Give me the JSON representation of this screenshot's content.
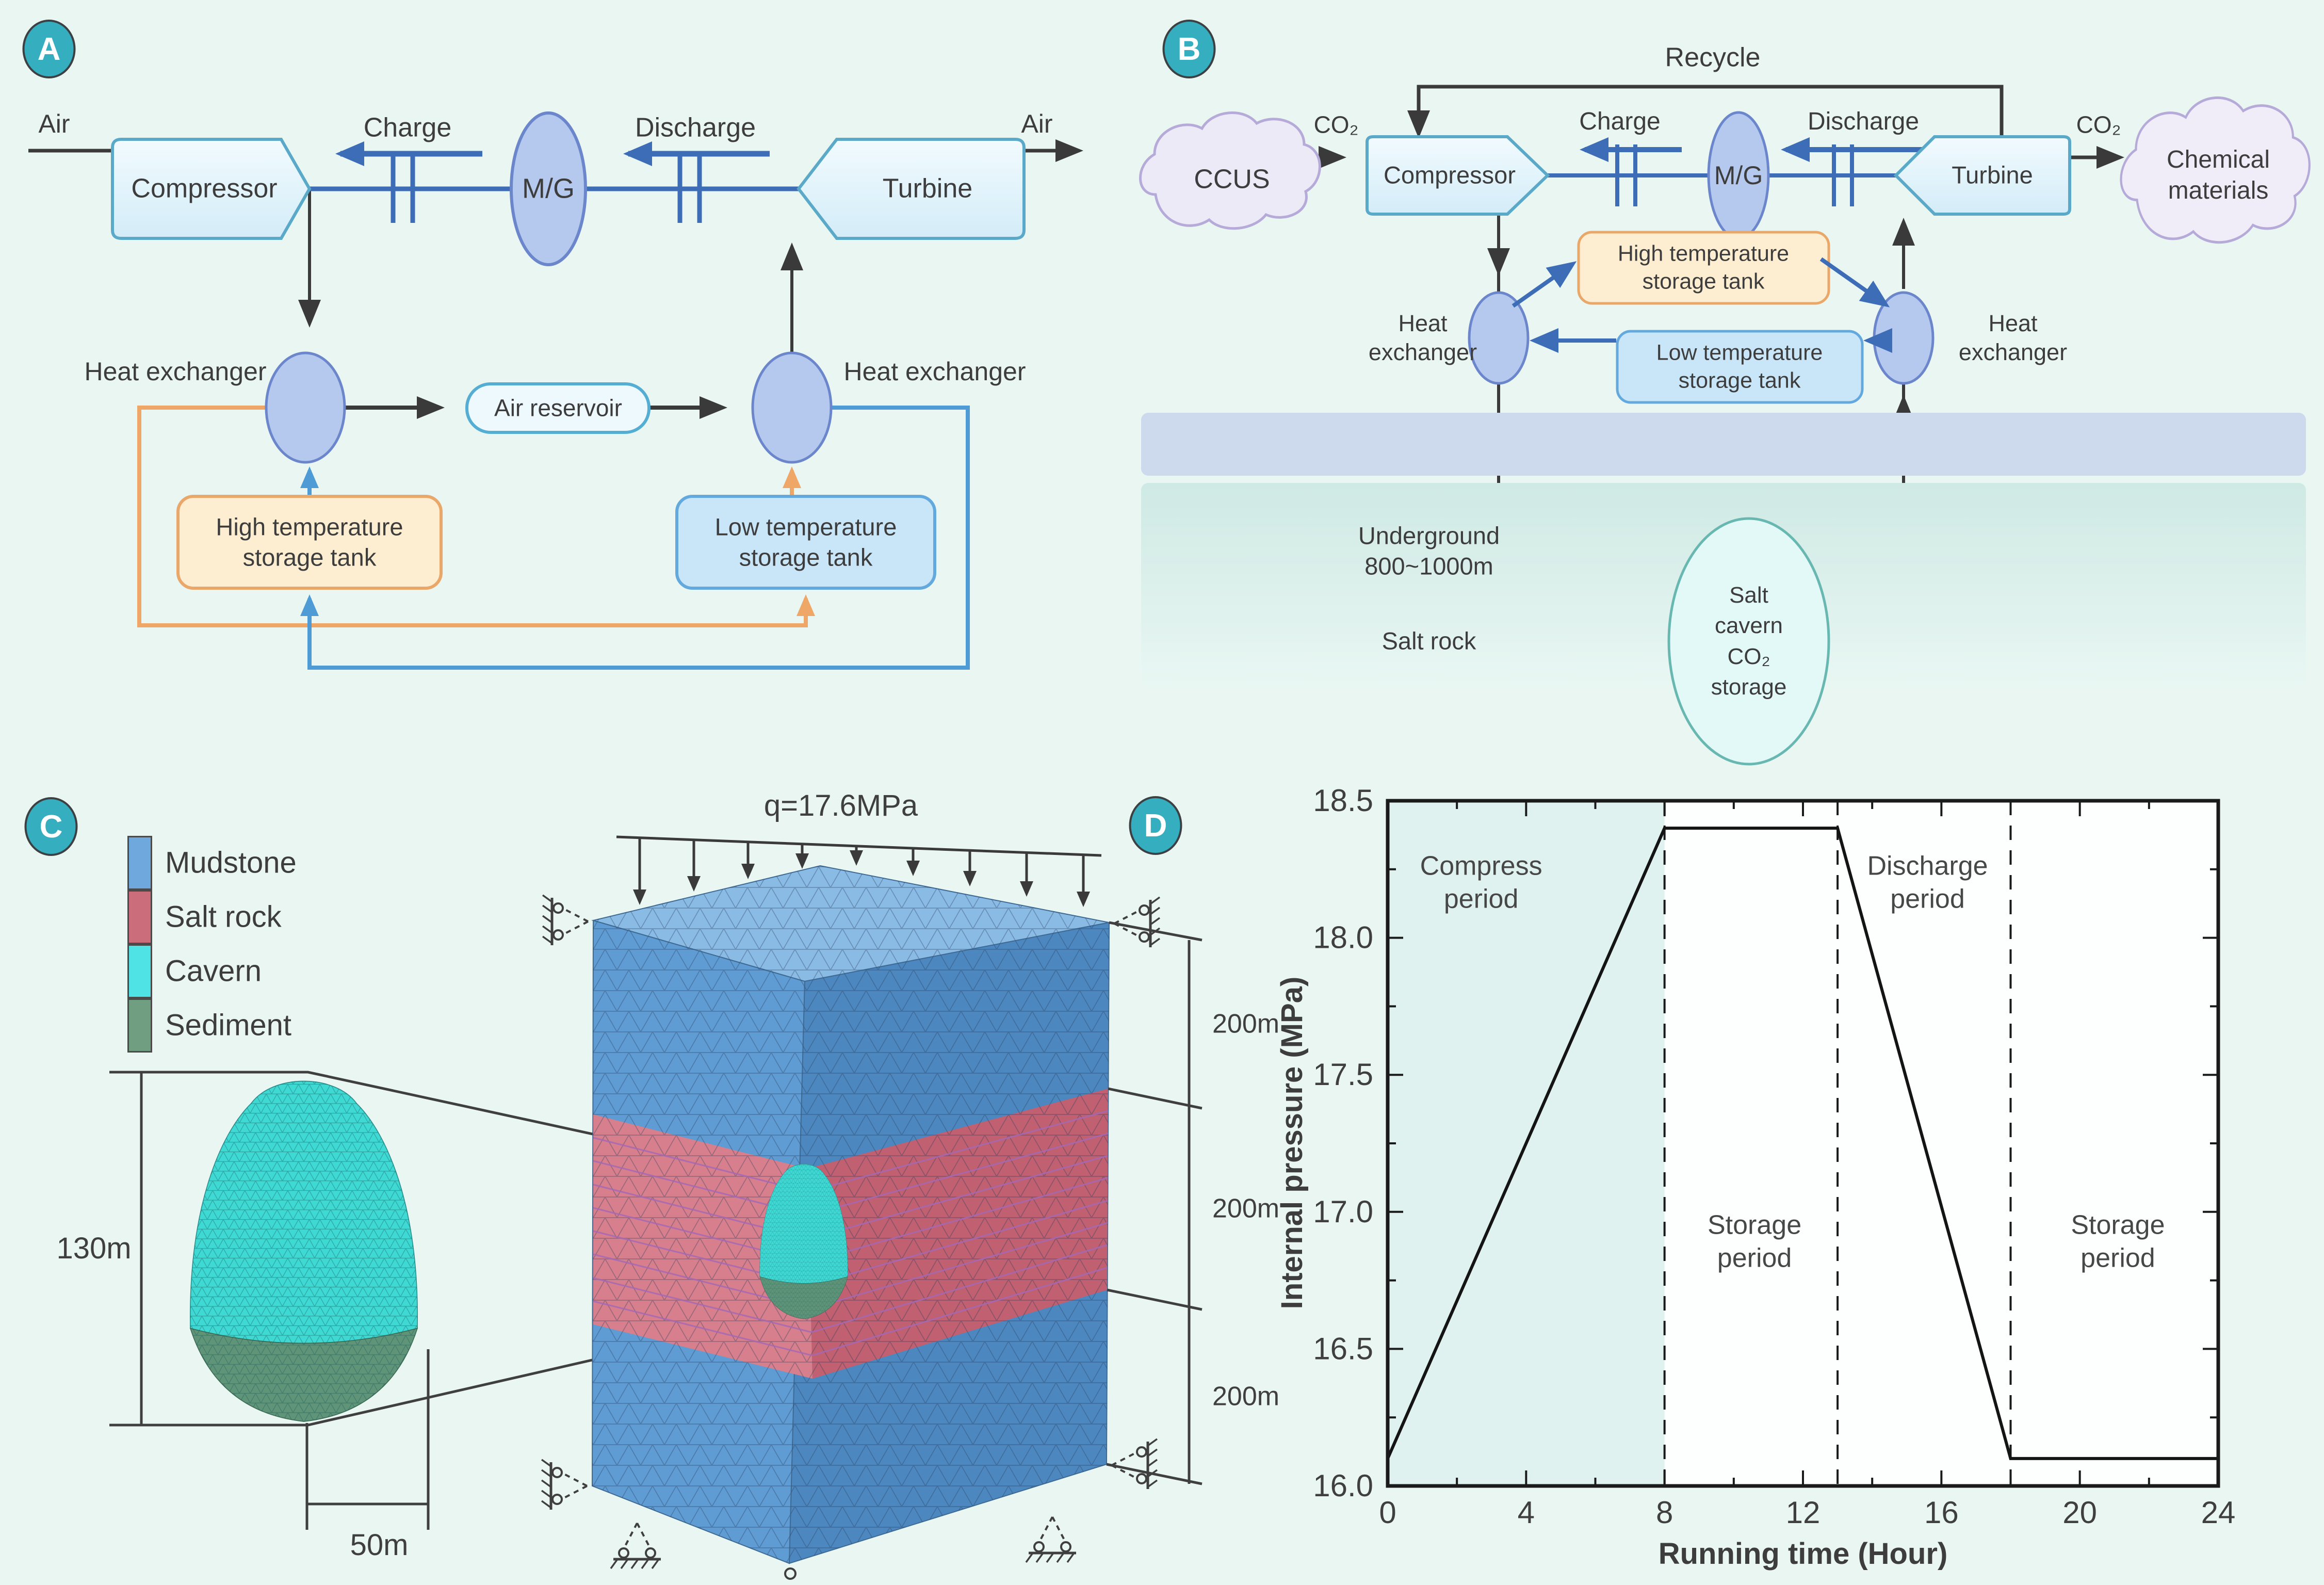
{
  "badges": {
    "a": "A",
    "b": "B",
    "c": "C",
    "d": "D"
  },
  "colors": {
    "background": "#e9f6f2",
    "badge": "#35aec0",
    "machine_fill": "#e8f6fc",
    "machine_stroke": "#5ba9c8",
    "ellipse_fill": "#b5c9ef",
    "ellipse_stroke": "#6c86cc",
    "blue_arrow": "#3e6db8",
    "black_line": "#3a3a3a",
    "orange_line": "#efa767",
    "loop_blue": "#4f9bd6",
    "tank_orange_fill": "#fdedd1",
    "tank_orange_stroke": "#e9a76a",
    "tank_blue_fill": "#c9e5f8",
    "tank_blue_stroke": "#63a9dd",
    "reservoir_fill": "#eef9fd",
    "reservoir_stroke": "#54add2",
    "cloud_fill": "#edeaf8",
    "cloud_stroke": "#b6aad8",
    "underground_strip": "#cdd9ec",
    "underground_teal": "#cfe9e4",
    "cavern_ellipse_fill": "#e3f9f7",
    "cavern_ellipse_stroke": "#68b8b1",
    "block_top": "#8abbe4",
    "block_front": "#5f9cd3",
    "block_right": "#4c88bf",
    "salt_front": "#d77f8c",
    "salt_right": "#c06070",
    "salt_layer_line": "#a569b5",
    "cavern_cyan": "#3fd9d4",
    "cavern_green": "#5f9479"
  },
  "panel_a": {
    "air_in": "Air",
    "air_out": "Air",
    "compressor": "Compressor",
    "charge": "Charge",
    "mg": "M/G",
    "discharge": "Discharge",
    "turbine": "Turbine",
    "heat_exchanger_left": "Heat exchanger",
    "heat_exchanger_right": "Heat exchanger",
    "air_reservoir": "Air reservoir",
    "high_tank": "High temperature storage tank",
    "low_tank": "Low temperature storage tank"
  },
  "panel_b": {
    "recycle": "Recycle",
    "ccus": "CCUS",
    "co2_in": "CO₂",
    "co2_out": "CO₂",
    "compressor": "Compressor",
    "charge": "Charge",
    "mg": "M/G",
    "discharge": "Discharge",
    "turbine": "Turbine",
    "chemical_materials": "Chemical materials",
    "high_tank": "High temperature storage tank",
    "low_tank": "Low temperature storage tank",
    "heat_exchanger_left": "Heat exchanger",
    "heat_exchanger_right": "Heat exchanger",
    "underground": "Underground 800~1000m",
    "salt_rock": "Salt rock",
    "salt_cavern": "Salt cavern CO₂ storage"
  },
  "panel_c": {
    "legend": [
      {
        "label": "Mudstone",
        "color": "#6fa8dc"
      },
      {
        "label": "Salt rock",
        "color": "#cb6d7a"
      },
      {
        "label": "Cavern",
        "color": "#4fe3e6"
      },
      {
        "label": "Sediment",
        "color": "#6f9e81"
      }
    ],
    "load": "q=17.6MPa",
    "height_dim": "130m",
    "width_dim": "50m",
    "layer_dim_top": "200m",
    "layer_dim_mid": "200m",
    "layer_dim_bottom": "200m"
  },
  "chart_data": {
    "type": "line",
    "title": "",
    "xlabel": "Running time (Hour)",
    "ylabel": "Internal pressure (MPa)",
    "xlim": [
      0,
      24
    ],
    "ylim": [
      16.0,
      18.5
    ],
    "x_ticks": [
      0,
      4,
      8,
      12,
      16,
      20,
      24
    ],
    "x_minor_ticks": [
      2,
      6,
      10,
      14,
      18,
      22
    ],
    "y_ticks": [
      16.0,
      16.5,
      17.0,
      17.5,
      18.0,
      18.5
    ],
    "y_minor_ticks": [
      16.25,
      16.75,
      17.25,
      17.75,
      18.25
    ],
    "grid": false,
    "legend_position": "none",
    "plot_bg": "#fdfffe",
    "line_color": "#141414",
    "series": [
      {
        "name": "Internal pressure",
        "x": [
          0,
          8,
          13,
          18,
          24
        ],
        "y": [
          16.1,
          18.4,
          18.4,
          16.1,
          16.1
        ]
      }
    ],
    "dashed_verticals": [
      8,
      13,
      18
    ],
    "shaded_region": {
      "x0": 0,
      "x1": 8,
      "color": "#dff2ef"
    },
    "annotations": [
      {
        "text": "Compress period",
        "x": 2.7,
        "y": 18.23
      },
      {
        "text": "Discharge period",
        "x": 15.6,
        "y": 18.23
      },
      {
        "text": "Storage period",
        "x": 10.6,
        "y": 16.92
      },
      {
        "text": "Storage period",
        "x": 21.1,
        "y": 16.92
      }
    ]
  }
}
